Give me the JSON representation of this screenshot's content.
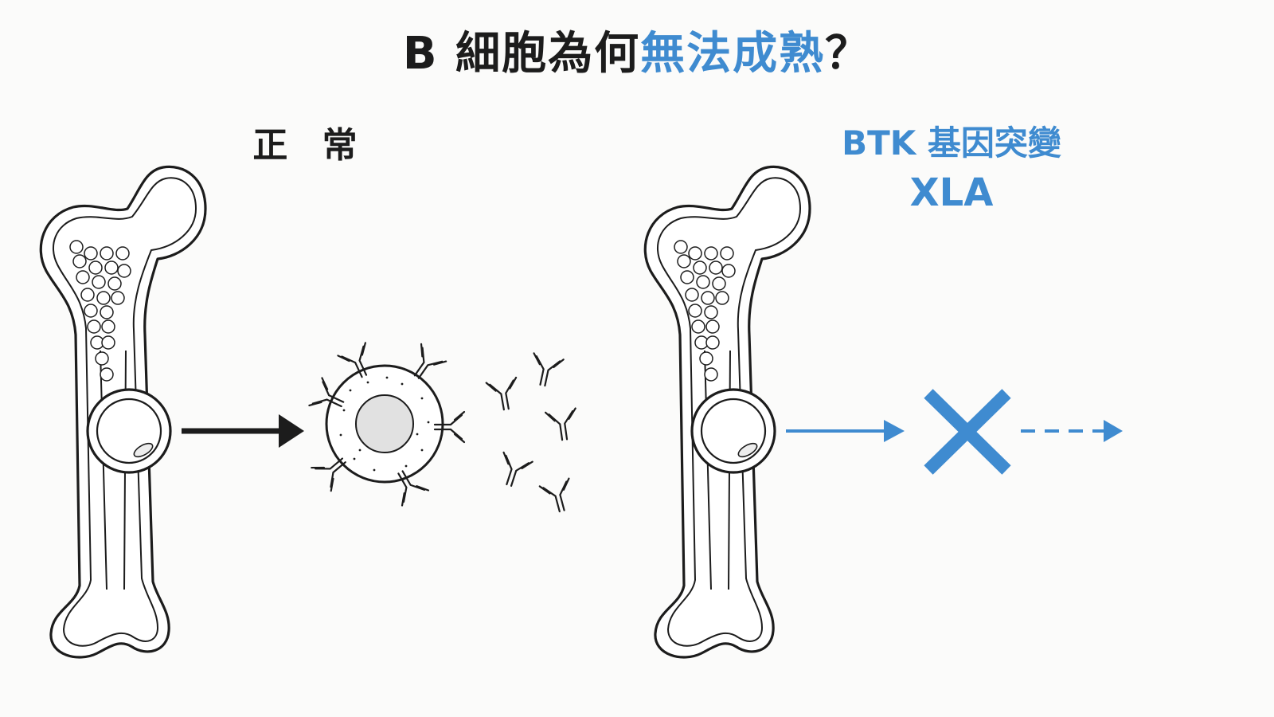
{
  "title": {
    "prefix": "B 細胞為何",
    "highlight": "無法成熟",
    "suffix": "？"
  },
  "panels": {
    "normal": {
      "label": "正 常"
    },
    "mutation": {
      "label": "BTK 基因突變",
      "disease": "XLA"
    }
  },
  "colors": {
    "ink": "#1c1c1c",
    "accent": "#3f8bd0"
  },
  "icons": [
    "bone",
    "b-cell",
    "antibody",
    "arrow",
    "blocked-x",
    "dashed-arrow"
  ]
}
